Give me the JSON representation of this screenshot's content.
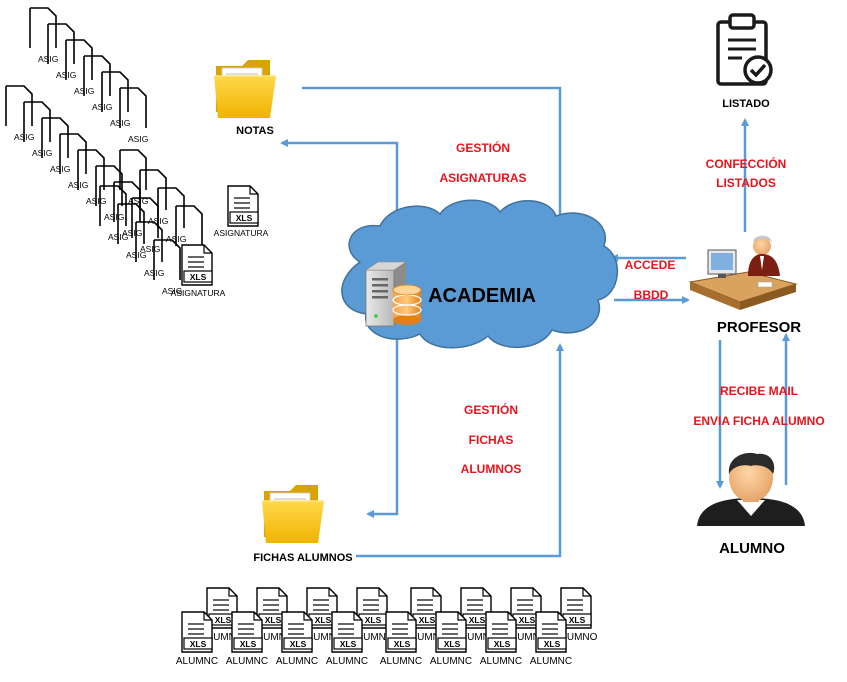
{
  "colors": {
    "cloud_fill": "#5b9bd5",
    "cloud_stroke": "#41719c",
    "arrow": "#5b9bd5",
    "label_red": "#e8141b",
    "folder": "#f5c518",
    "folder_dark": "#d9a400"
  },
  "icons": [
    "folder-icon",
    "server-database-icon",
    "clipboard-check-icon",
    "teacher-at-desk-icon",
    "student-avatar-icon",
    "spreadsheet-doc-icon"
  ],
  "nodes": {
    "academia": "ACADEMIA",
    "notas": "NOTAS",
    "fichas_alumnos": "FICHAS ALUMNOS",
    "listado": "LISTADO",
    "profesor": "PROFESOR",
    "alumno": "ALUMNO"
  },
  "edges": {
    "gestion_asignaturas": [
      "GESTIÓN",
      "ASIGNATURAS"
    ],
    "gestion_fichas_alumnos": [
      "GESTIÓN",
      "FICHAS",
      "ALUMNOS"
    ],
    "accede_bbdd": [
      "ACCEDE",
      "BBDD"
    ],
    "confeccion_listados": [
      "CONFECCIÓN",
      "LISTADOS"
    ],
    "recibe_mail": "RECIBE MAIL",
    "envia_ficha_alumno": "ENVIA FICHA ALUMNO"
  },
  "documents": {
    "asig_label": "ASIG",
    "asig_count": 22,
    "xls": "XLS",
    "asignatura": "ASIGNATURA",
    "alumno_doc": "ALUMNO",
    "alumno_doc_clipped": "ALUMNC"
  }
}
